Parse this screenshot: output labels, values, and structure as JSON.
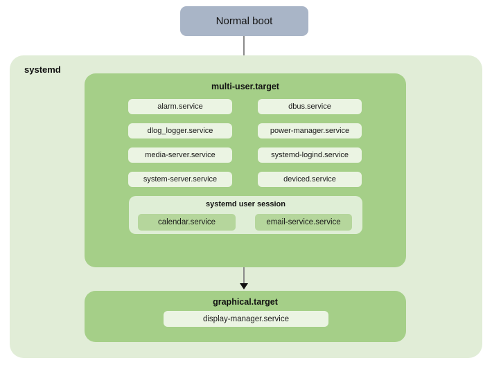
{
  "normal_boot": {
    "label": "Normal boot"
  },
  "systemd_container": {
    "label": "systemd"
  },
  "multi_user": {
    "title": "multi-user.target",
    "services": [
      "alarm.service",
      "dbus.service",
      "dlog_logger.service",
      "power-manager.service",
      "media-server.service",
      "systemd-logind.service",
      "system-server.service",
      "deviced.service"
    ],
    "user_session": {
      "title": "systemd user session",
      "services": [
        "calendar.service",
        "email-service.service"
      ]
    }
  },
  "graphical": {
    "title": "graphical.target",
    "services": [
      "display-manager.service"
    ]
  },
  "colors": {
    "normal_boot_fill": "#a9b5c7",
    "systemd_container_fill": "#e1edd7",
    "target_fill": "#a5cf88",
    "service_fill": "#ebf4e3",
    "user_session_fill": "#dfeed6",
    "user_session_service_fill": "#b5d69c",
    "arrow_line": "#8a8a8a",
    "arrow_head": "#111111",
    "text": "#111111"
  }
}
